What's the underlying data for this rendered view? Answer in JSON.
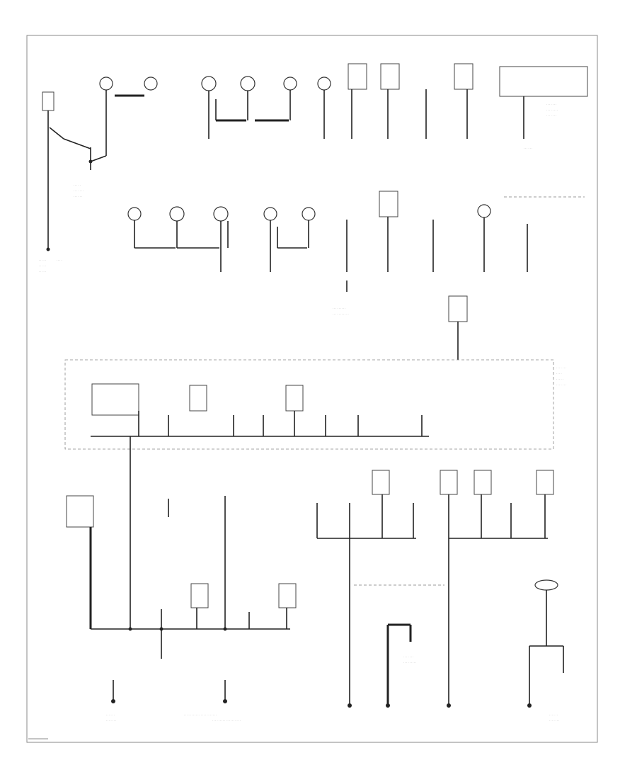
{
  "diagram": {
    "ground_points": [
      {
        "id": "g1"
      },
      {
        "id": "g2"
      },
      {
        "id": "g3"
      },
      {
        "id": "g4"
      },
      {
        "id": "g5"
      },
      {
        "id": "g6"
      }
    ]
  }
}
